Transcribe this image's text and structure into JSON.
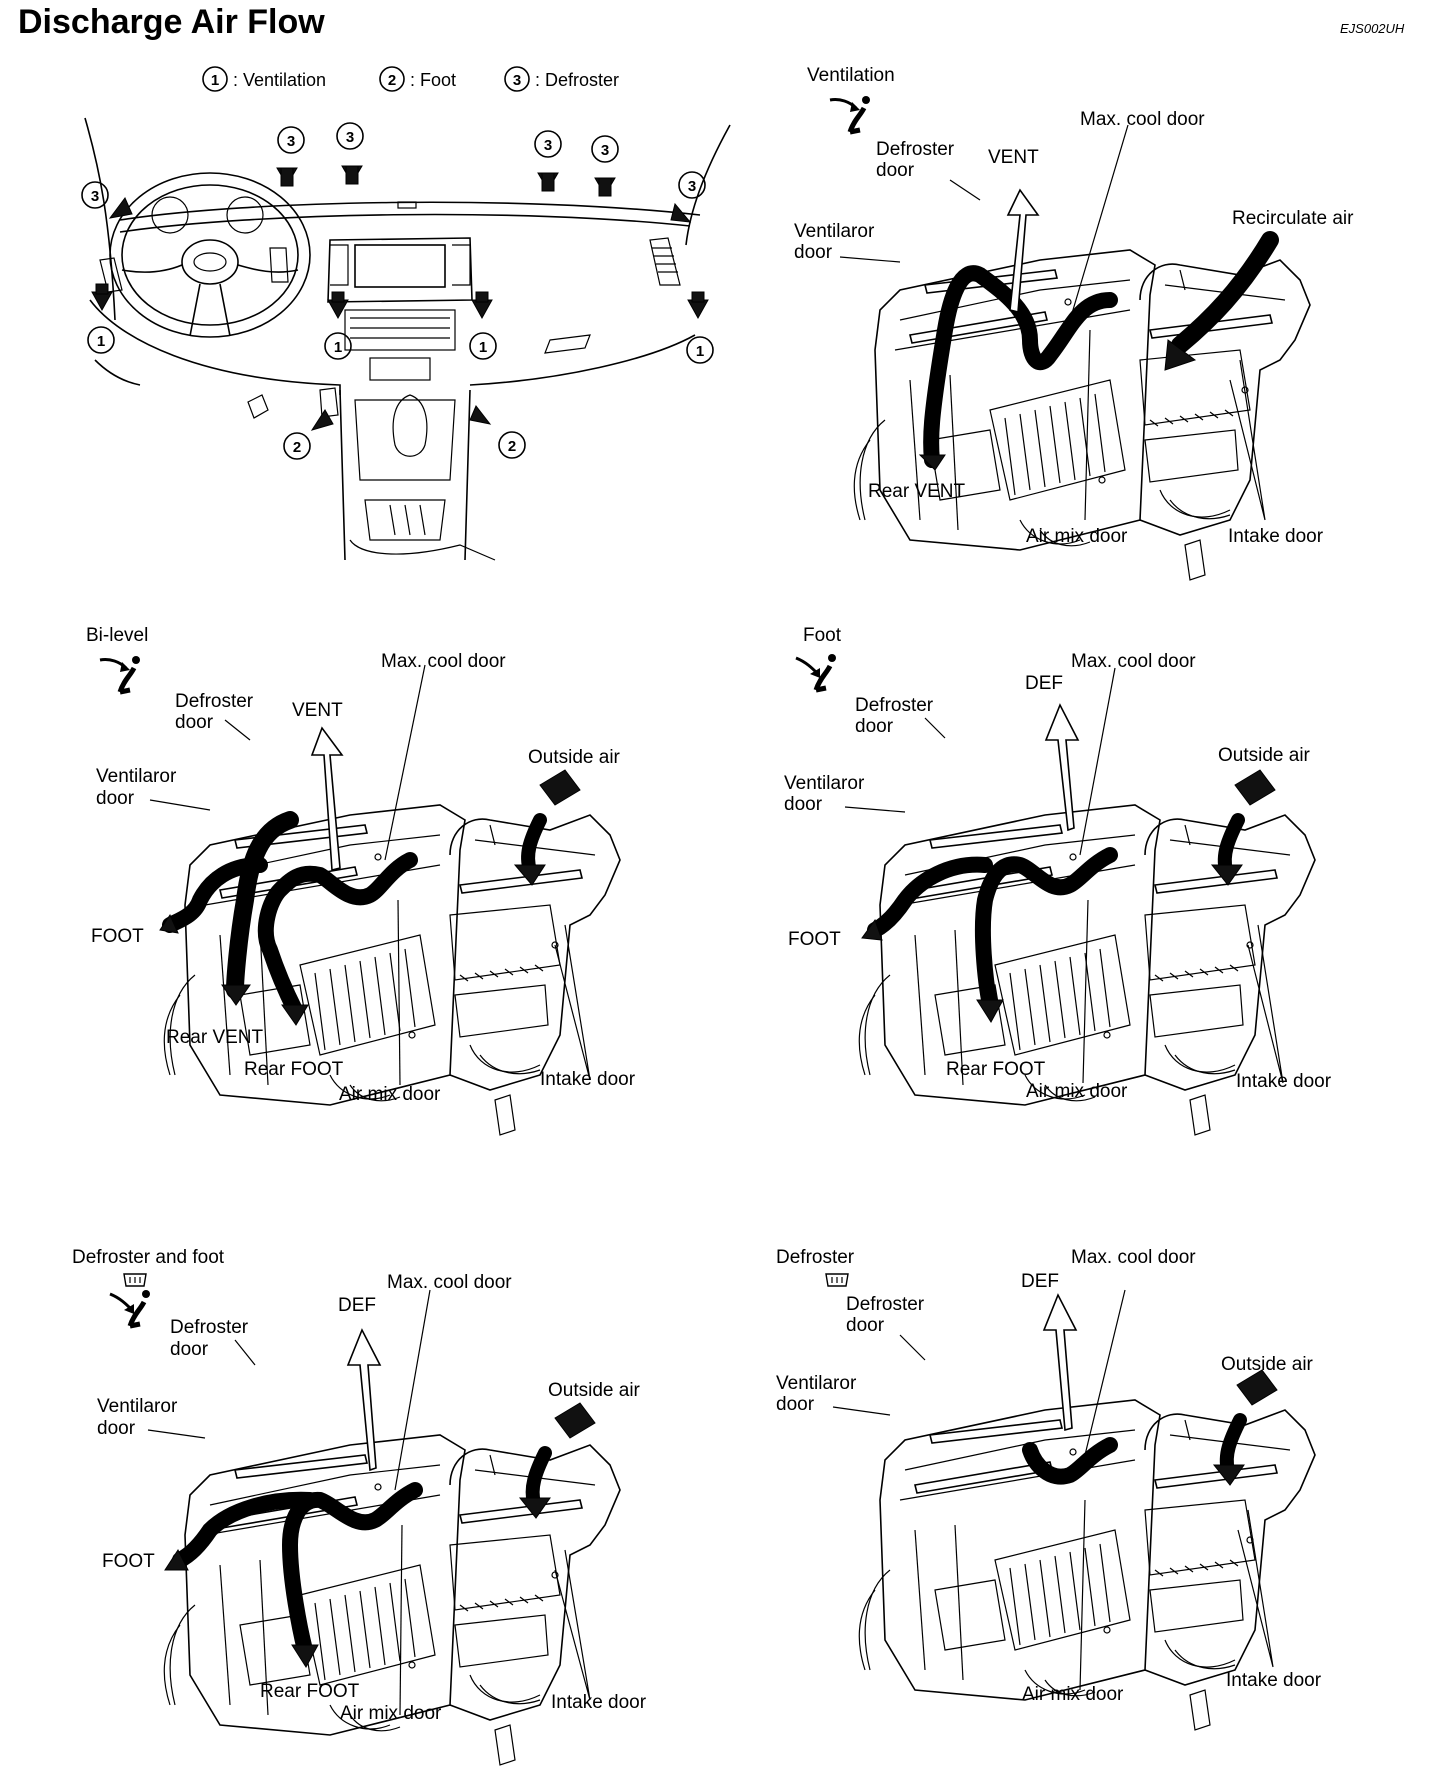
{
  "title": "Discharge Air Flow",
  "doc_code": "EJS002UH",
  "legend": {
    "ventilation_num": "1",
    "ventilation": ": Ventilation",
    "foot_num": "2",
    "foot": ": Foot",
    "defroster_num": "3",
    "defroster": ": Defroster"
  },
  "dash_labels": {
    "one": "1",
    "two": "2",
    "three": "3"
  },
  "panels": {
    "ventilation": {
      "mode": "Ventilation",
      "max_cool_door": "Max. cool door",
      "defroster_door_1": "Defroster",
      "defroster_door_2": "door",
      "ventilaror_door_1": "Ventilaror",
      "ventilaror_door_2": "door",
      "vent": "VENT",
      "intake_air": "Recirculate air",
      "rear_vent": "Rear VENT",
      "air_mix_door": "Air mix door",
      "intake_door": "Intake door"
    },
    "bilevel": {
      "mode": "Bi-level",
      "max_cool_door": "Max. cool door",
      "defroster_door_1": "Defroster",
      "defroster_door_2": "door",
      "ventilaror_door_1": "Ventilaror",
      "ventilaror_door_2": "door",
      "vent": "VENT",
      "outside_air": "Outside air",
      "foot": "FOOT",
      "rear_vent": "Rear VENT",
      "rear_foot": "Rear FOOT",
      "air_mix_door": "Air mix door",
      "intake_door": "Intake door"
    },
    "foot": {
      "mode": "Foot",
      "max_cool_door": "Max. cool door",
      "def": "DEF",
      "defroster_door_1": "Defroster",
      "defroster_door_2": "door",
      "ventilaror_door_1": "Ventilaror",
      "ventilaror_door_2": "door",
      "outside_air": "Outside air",
      "foot": "FOOT",
      "rear_foot": "Rear FOOT",
      "air_mix_door": "Air mix door",
      "intake_door": "Intake door"
    },
    "defroster_foot": {
      "mode": "Defroster and foot",
      "max_cool_door": "Max. cool door",
      "def": "DEF",
      "defroster_door_1": "Defroster",
      "defroster_door_2": "door",
      "ventilaror_door_1": "Ventilaror",
      "ventilaror_door_2": "door",
      "outside_air": "Outside air",
      "foot": "FOOT",
      "rear_foot": "Rear FOOT",
      "air_mix_door": "Air mix door",
      "intake_door": "Intake door"
    },
    "defroster": {
      "mode": "Defroster",
      "max_cool_door": "Max. cool door",
      "def": "DEF",
      "defroster_door_1": "Defroster",
      "defroster_door_2": "door",
      "ventilaror_door_1": "Ventilaror",
      "ventilaror_door_2": "door",
      "outside_air": "Outside air",
      "air_mix_door": "Air mix door",
      "intake_door": "Intake door"
    }
  }
}
